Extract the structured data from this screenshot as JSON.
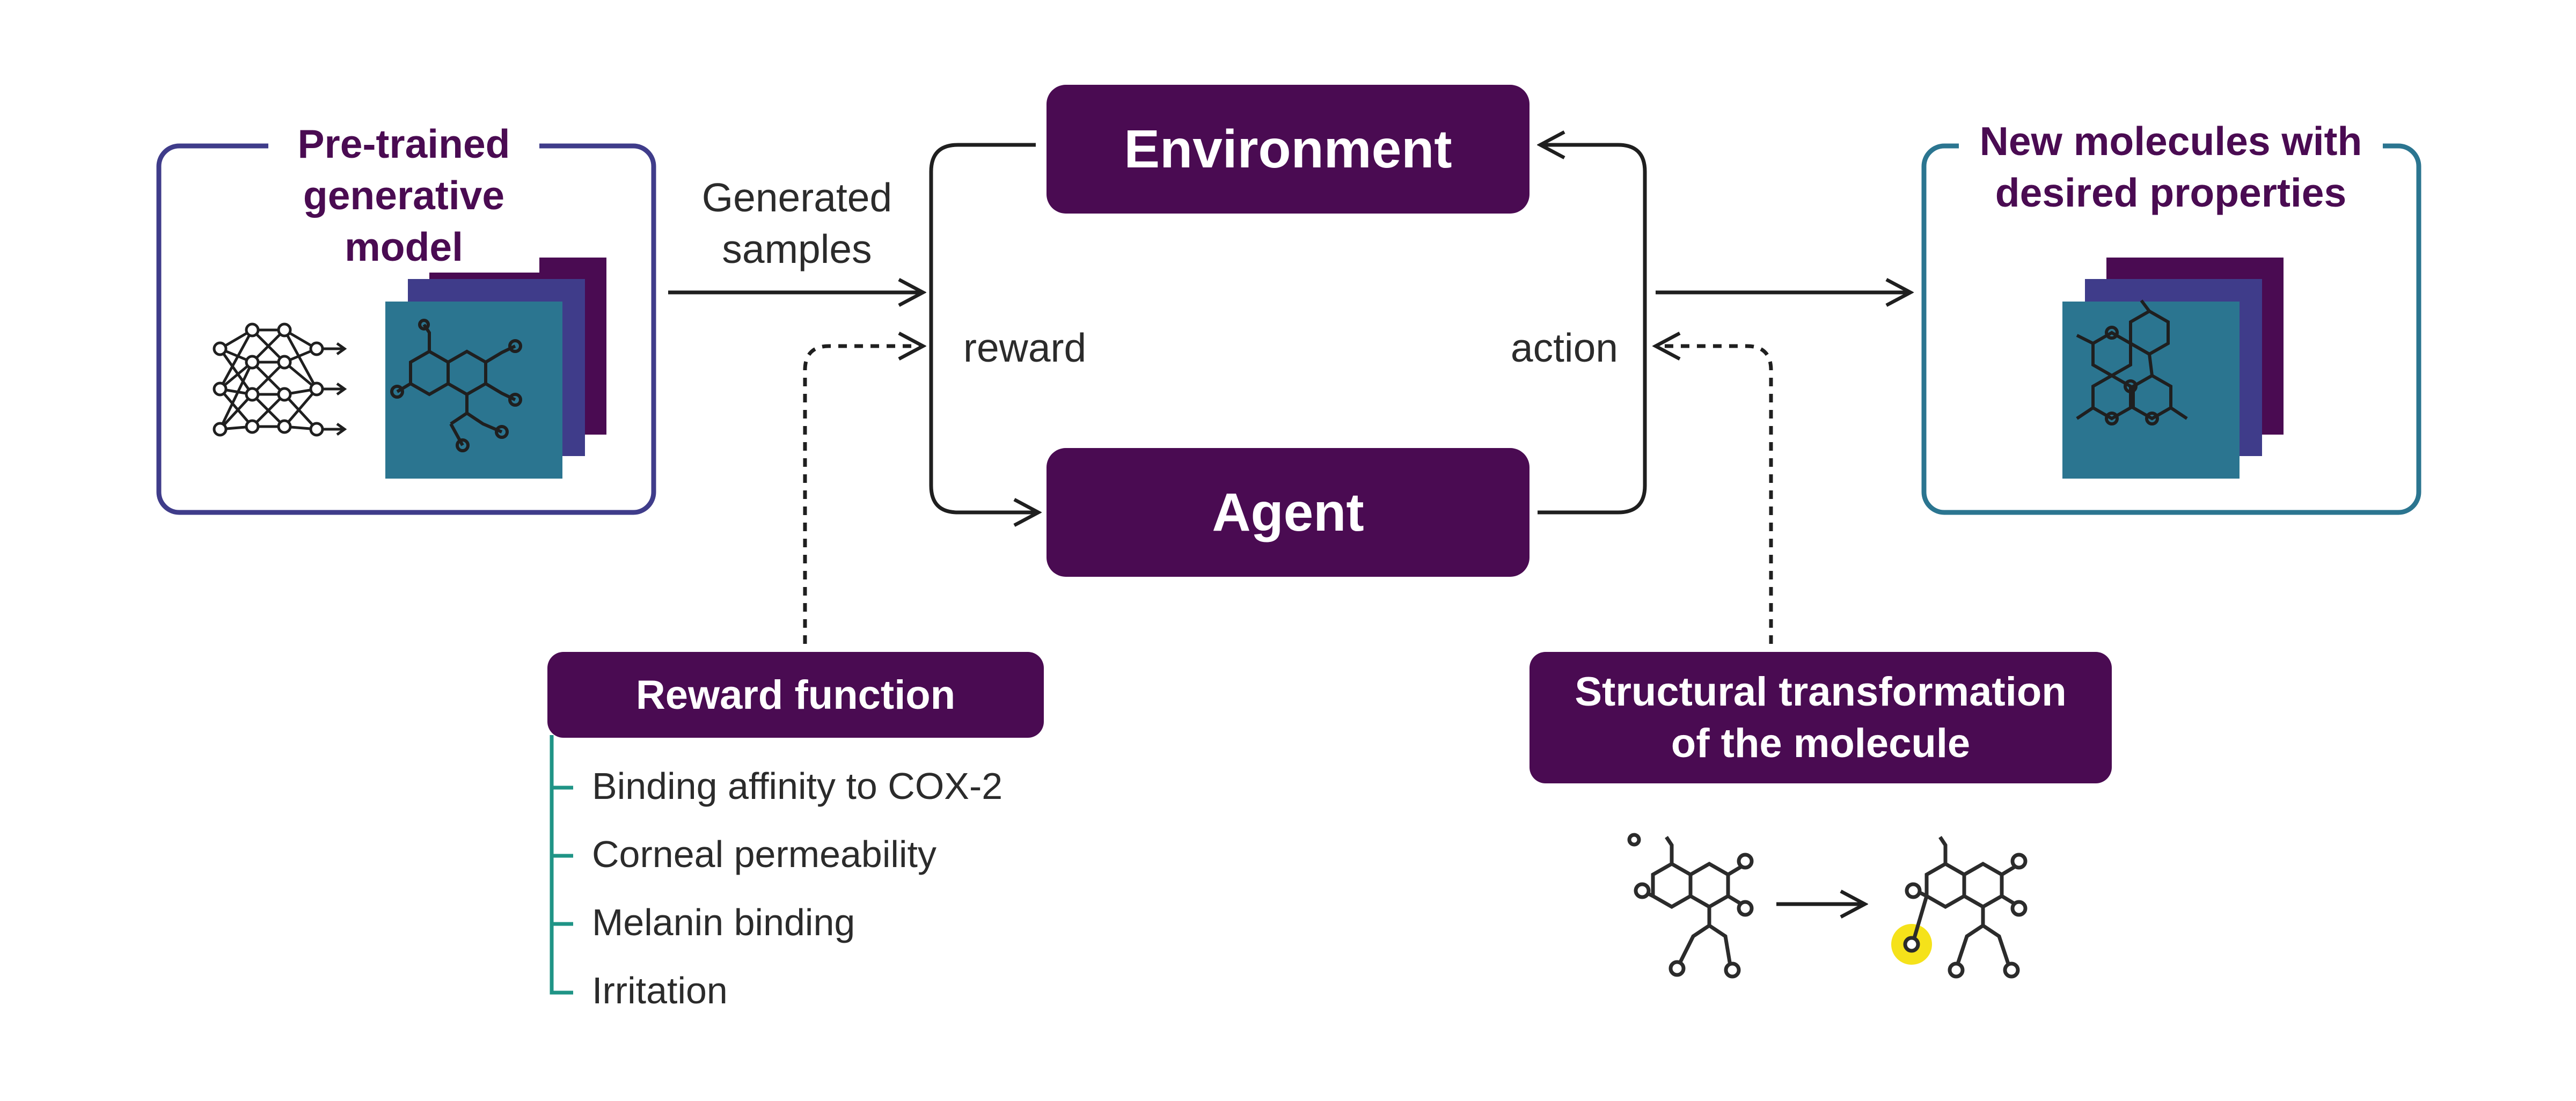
{
  "colors": {
    "purple_dark": "#4a0b52",
    "purple_mid": "#3f3c8a",
    "teal": "#2b7590",
    "teal_line": "#1f9486",
    "highlight": "#f5e21a",
    "line": "#1f1f1f"
  },
  "pretrained": {
    "title_line1": "Pre-trained",
    "title_line2": "generative model"
  },
  "new_molecules": {
    "title_line1": "New molecules with",
    "title_line2": "desired properties"
  },
  "environment": {
    "label": "Environment"
  },
  "agent": {
    "label": "Agent"
  },
  "edges": {
    "generated_line1": "Generated",
    "generated_line2": "samples",
    "reward": "reward",
    "action": "action"
  },
  "reward_function": {
    "title": "Reward function",
    "items": [
      "Binding affinity to COX-2",
      "Corneal permeability",
      "Melanin binding",
      "Irritation"
    ]
  },
  "transformation": {
    "title_line1": "Structural transformation",
    "title_line2": "of the molecule"
  },
  "icons": [
    "neural-network-icon",
    "molecule-icon",
    "arrow-right-icon",
    "highlighted-atom-icon"
  ]
}
